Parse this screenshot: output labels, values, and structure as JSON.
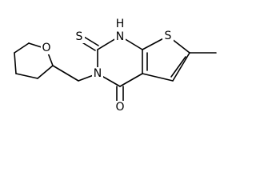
{
  "molecule": {
    "atoms": [
      {
        "key": "O_thf",
        "symbol": "O"
      },
      {
        "key": "N_top",
        "symbol": "N"
      },
      {
        "key": "H_nh",
        "symbol": "H"
      },
      {
        "key": "N_mid",
        "symbol": "N"
      },
      {
        "key": "S_thione",
        "symbol": "S"
      },
      {
        "key": "S_ring",
        "symbol": "S"
      },
      {
        "key": "O_carbonyl",
        "symbol": "O"
      }
    ],
    "colors": {
      "stroke": "#000000",
      "background": "#ffffff"
    }
  }
}
